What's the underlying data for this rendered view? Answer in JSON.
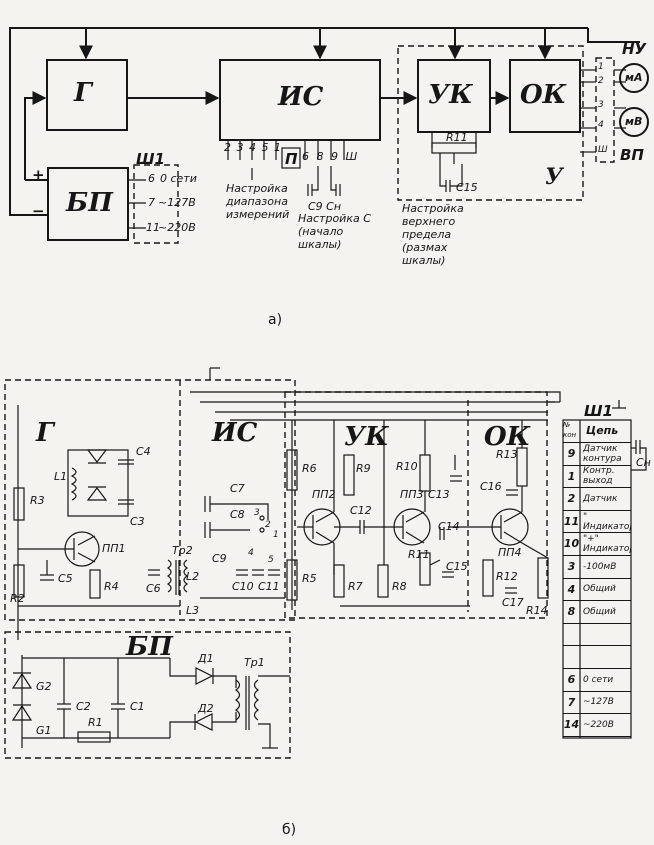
{
  "top": {
    "blocks": {
      "g": "Г",
      "is": "ИС",
      "uk": "УК",
      "ok": "ОК",
      "bp": "БП",
      "u": "У"
    },
    "connector_sh1": "Ш1",
    "bp_terminals": [
      "6",
      "7",
      "11"
    ],
    "bp_terminal_labels": [
      "0 сети",
      "~127В",
      "~220В"
    ],
    "polarity": {
      "plus": "+",
      "minus": "−"
    },
    "switch_p": "П",
    "range_numbers": "2 3 4 5 1",
    "range_label": "Настройка диапазона измерений",
    "c_pins": "6 8 9 Ш",
    "c_labels": "С9 Сн",
    "start_label": "Настройка С (начало шкалы)",
    "r11": "R11",
    "c15": "С15",
    "top_label": "Настройка верхнего предела (размах шкалы)",
    "ny": "НУ",
    "ma": "мА",
    "mv": "мВ",
    "vp": "ВП",
    "ok_pins": [
      "1",
      "2",
      "3",
      "4",
      "Ш"
    ],
    "caption": "а)"
  },
  "bottom": {
    "sections": {
      "g": "Г",
      "is": "ИС",
      "uk": "УК",
      "ok": "ОК",
      "bp": "БП"
    },
    "components": {
      "r3": "R3",
      "l1": "L1",
      "c4": "С4",
      "c3": "С3",
      "pp1": "ПП1",
      "c5": "С5",
      "r2": "R2",
      "r4": "R4",
      "c6": "С6",
      "tr2": "Тр2",
      "l2": "L2",
      "l3": "L3",
      "c7": "С7",
      "c8": "С8",
      "c9": "С9",
      "c10": "С10",
      "c11": "С11",
      "r6": "R6",
      "r5": "R5",
      "pp2": "ПП2",
      "c12": "С12",
      "r9": "R9",
      "r7": "R7",
      "r10": "R10",
      "c13": "С13",
      "pp3": "ПП3",
      "r11": "R11",
      "r8": "R8",
      "c14": "С14",
      "c15": "С15",
      "r13": "R13",
      "c16": "С16",
      "pp4": "ПП4",
      "r12": "R12",
      "c17": "С17",
      "r14": "R14",
      "cn": "Сн",
      "g1": "G1",
      "g2": "G2",
      "c2": "С2",
      "c1": "С1",
      "r1": "R1",
      "d1": "Д1",
      "d2": "Д2",
      "tr1": "Тр1"
    },
    "is_pins": [
      "1",
      "2",
      "3",
      "4",
      "5"
    ],
    "sh1_title": "Ш1",
    "table_headers": [
      "№ кон",
      "Цепь"
    ],
    "table_rows": [
      {
        "no": "9",
        "circuit": "Датчик контура"
      },
      {
        "no": "1",
        "circuit": "Контр. выход"
      },
      {
        "no": "2",
        "circuit": "Датчик"
      },
      {
        "no": "11",
        "circuit": "\" Индикатор\""
      },
      {
        "no": "10",
        "circuit": "\"+\" Индикатор"
      },
      {
        "no": "3",
        "circuit": "-100мВ"
      },
      {
        "no": "4",
        "circuit": "Общий"
      },
      {
        "no": "8",
        "circuit": "Общий"
      },
      {
        "no": "",
        "circuit": ""
      },
      {
        "no": "",
        "circuit": ""
      },
      {
        "no": "6",
        "circuit": "0 сети"
      },
      {
        "no": "7",
        "circuit": "~127В"
      },
      {
        "no": "14",
        "circuit": "~220В"
      }
    ],
    "caption": "б)"
  }
}
